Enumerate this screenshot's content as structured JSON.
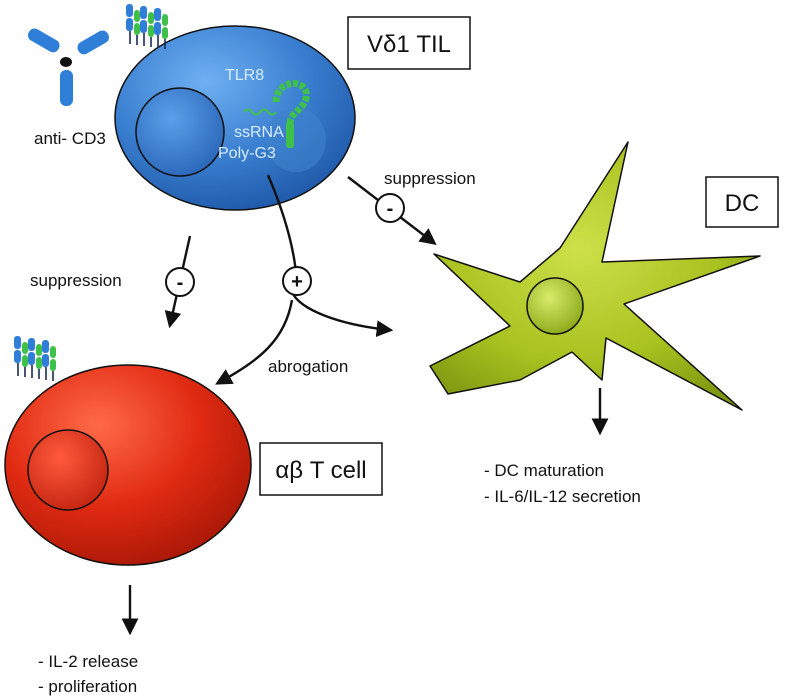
{
  "labels": {
    "vd1_til": "Vδ1 TIL",
    "dc": "DC",
    "ab_tcell": "αβ T cell",
    "anti_cd3": "anti- CD3",
    "tlr8": "TLR8",
    "ssrna": "ssRNA",
    "polyg3": "Poly-G3",
    "suppression_dc": "suppression",
    "suppression_t": "suppression",
    "abrogation": "abrogation"
  },
  "signs": {
    "minus_dc": "-",
    "minus_t": "-",
    "plus": "+"
  },
  "outcomes": {
    "dc": [
      "- DC maturation",
      "- IL-6/IL-12 secretion"
    ],
    "tcell": [
      "- IL-2 release",
      "- proliferation"
    ]
  },
  "colors": {
    "vd1_cell": "#3a78c8",
    "dc_cell": "#a6c21c",
    "tcell": "#dd2a10",
    "receptor_blue": "#2f7fd8",
    "receptor_green": "#3fc04a",
    "arrow": "#111111"
  }
}
